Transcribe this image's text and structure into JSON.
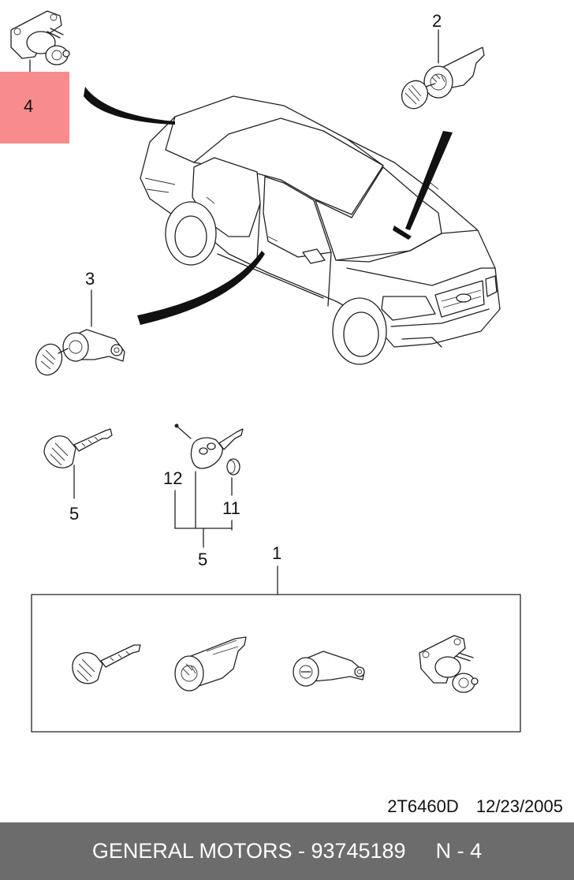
{
  "callouts": {
    "c1": "1",
    "c2": "2",
    "c3": "3",
    "c4": "4",
    "c5_left": "5",
    "c5_right": "5",
    "c11": "11",
    "c12": "12"
  },
  "document": {
    "code": "2T6460D",
    "date": "12/23/2005"
  },
  "footer": {
    "text": "GENERAL MOTORS - 93745189",
    "page": "N - 4"
  },
  "colors": {
    "highlight": "#f88c8c",
    "footer_bg": "#6c6c6c",
    "line": "#222222"
  }
}
